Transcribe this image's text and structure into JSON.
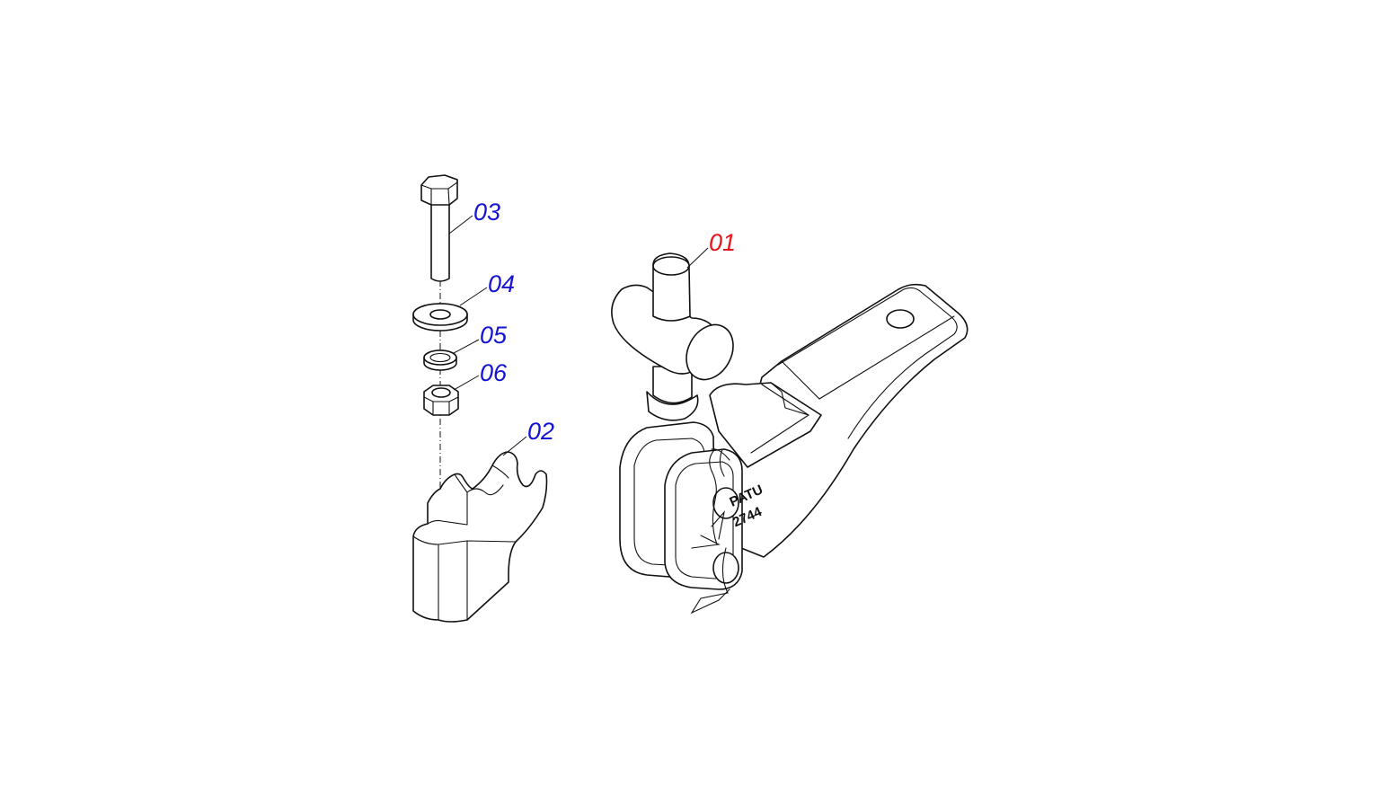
{
  "diagram": {
    "callouts": [
      {
        "id": "01",
        "label": "01",
        "color": "#e8141c"
      },
      {
        "id": "02",
        "label": "02",
        "color": "#1414d2"
      },
      {
        "id": "03",
        "label": "03",
        "color": "#1414d2"
      },
      {
        "id": "04",
        "label": "04",
        "color": "#1414d2"
      },
      {
        "id": "05",
        "label": "05",
        "color": "#1414d2"
      },
      {
        "id": "06",
        "label": "06",
        "color": "#1414d2"
      }
    ],
    "stamp": {
      "line1": "PATU",
      "line2": "2744"
    }
  }
}
